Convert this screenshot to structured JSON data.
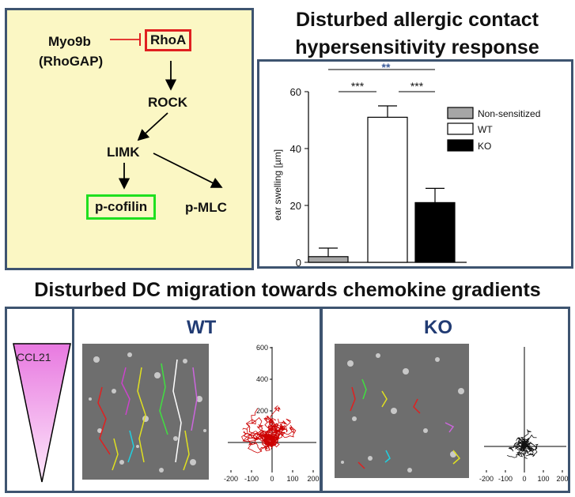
{
  "pathway": {
    "myo9b": "Myo9b",
    "rhogap": "(RhoGAP)",
    "rhoa": "RhoA",
    "rock": "ROCK",
    "limk": "LIMK",
    "pcofilin": "p-cofilin",
    "pmlc": "p-MLC"
  },
  "top_title_line1": "Disturbed allergic contact",
  "top_title_line2": "hypersensitivity response",
  "mid_title": "Disturbed DC migration towards chemokine gradients",
  "ccl21_label": "CCL21",
  "wt_title": "WT",
  "ko_title": "KO",
  "chart_data": [
    {
      "type": "bar",
      "categories": [
        "Non-sensitized",
        "WT",
        "KO"
      ],
      "values": [
        2,
        51,
        21
      ],
      "errors": [
        3,
        4,
        5
      ],
      "colors": [
        "#a6a6a6",
        "#ffffff",
        "#000000"
      ],
      "ylabel": "ear swelling [µm]",
      "ylim": [
        0,
        60
      ],
      "yticks": [
        0,
        20,
        40,
        60
      ],
      "legend": [
        "Non-sensitized",
        "WT",
        "KO"
      ],
      "legend_position": "top-right",
      "significance": [
        "**",
        "***",
        "***"
      ]
    },
    {
      "type": "line",
      "name": "WT tracks",
      "xlim": [
        -200,
        200
      ],
      "ylim": [
        -100,
        600
      ],
      "xticks": [
        -200,
        -100,
        0,
        100,
        200
      ],
      "yticks": [
        0,
        200,
        400,
        600
      ]
    },
    {
      "type": "line",
      "name": "KO tracks",
      "xlim": [
        -200,
        200
      ],
      "xticks": [
        -200,
        -100,
        0,
        100,
        200
      ]
    }
  ],
  "colors": {
    "frame": "#3e5470",
    "pathway_bg": "#fbf7c4",
    "inhibit": "#e02020",
    "track": "#cc0000",
    "accent": "#213b73"
  }
}
